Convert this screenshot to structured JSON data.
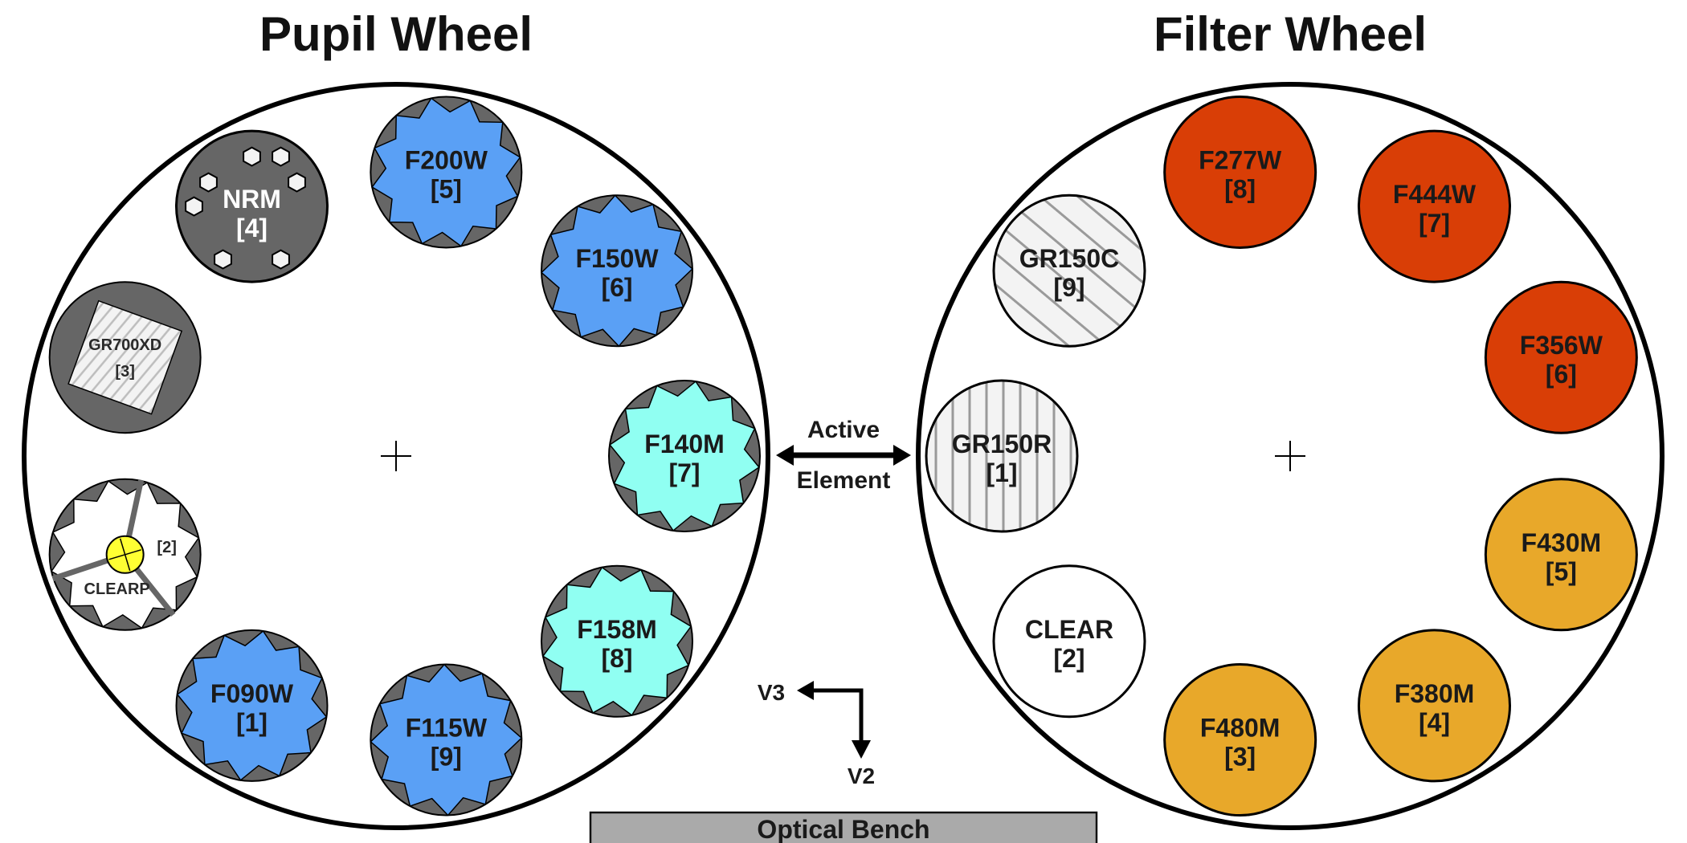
{
  "colors": {
    "wide_pupil": "#5aa0f5",
    "medium_pupil": "#90fff2",
    "mount_gray": "#666666",
    "wide_filter": "#d93e06",
    "medium_filter": "#e8a82a",
    "grism": "#f3f3f3",
    "grism_lines": "#9a9a9a",
    "clear": "#ffffff",
    "pupil_lens": "#ffff33",
    "bench": "#aaaaaa"
  },
  "pupil_wheel": {
    "title": "Pupil Wheel",
    "elements": [
      {
        "name": "F140M",
        "slot": "[7]",
        "type": "medium",
        "angle_deg": 0
      },
      {
        "name": "F150W",
        "slot": "[6]",
        "type": "wide",
        "angle_deg": -40
      },
      {
        "name": "F200W",
        "slot": "[5]",
        "type": "wide",
        "angle_deg": -80
      },
      {
        "name": "NRM",
        "slot": "[4]",
        "type": "nrm",
        "angle_deg": -120
      },
      {
        "name": "GR700XD",
        "slot": "[3]",
        "type": "grism_xd",
        "angle_deg": -160
      },
      {
        "name": "CLEARP",
        "slot": "[2]",
        "type": "clearp",
        "angle_deg": 160
      },
      {
        "name": "F090W",
        "slot": "[1]",
        "type": "wide",
        "angle_deg": 120
      },
      {
        "name": "F115W",
        "slot": "[9]",
        "type": "wide",
        "angle_deg": 80
      },
      {
        "name": "F158M",
        "slot": "[8]",
        "type": "medium",
        "angle_deg": 40
      }
    ]
  },
  "filter_wheel": {
    "title": "Filter Wheel",
    "elements": [
      {
        "name": "GR150R",
        "slot": "[1]",
        "type": "grism_r",
        "angle_deg": 180
      },
      {
        "name": "GR150C",
        "slot": "[9]",
        "type": "grism_c",
        "angle_deg": -140
      },
      {
        "name": "F277W",
        "slot": "[8]",
        "type": "wide",
        "angle_deg": -100
      },
      {
        "name": "F444W",
        "slot": "[7]",
        "type": "wide",
        "angle_deg": -60
      },
      {
        "name": "F356W",
        "slot": "[6]",
        "type": "wide",
        "angle_deg": -20
      },
      {
        "name": "F430M",
        "slot": "[5]",
        "type": "medium",
        "angle_deg": 20
      },
      {
        "name": "F380M",
        "slot": "[4]",
        "type": "medium",
        "angle_deg": 60
      },
      {
        "name": "F480M",
        "slot": "[3]",
        "type": "medium",
        "angle_deg": 100
      },
      {
        "name": "CLEAR",
        "slot": "[2]",
        "type": "clear",
        "angle_deg": 140
      }
    ]
  },
  "active_element": {
    "line1": "Active",
    "line2": "Element"
  },
  "axes": {
    "horizontal": "V3",
    "vertical": "V2"
  },
  "bench": {
    "label": "Optical Bench"
  }
}
